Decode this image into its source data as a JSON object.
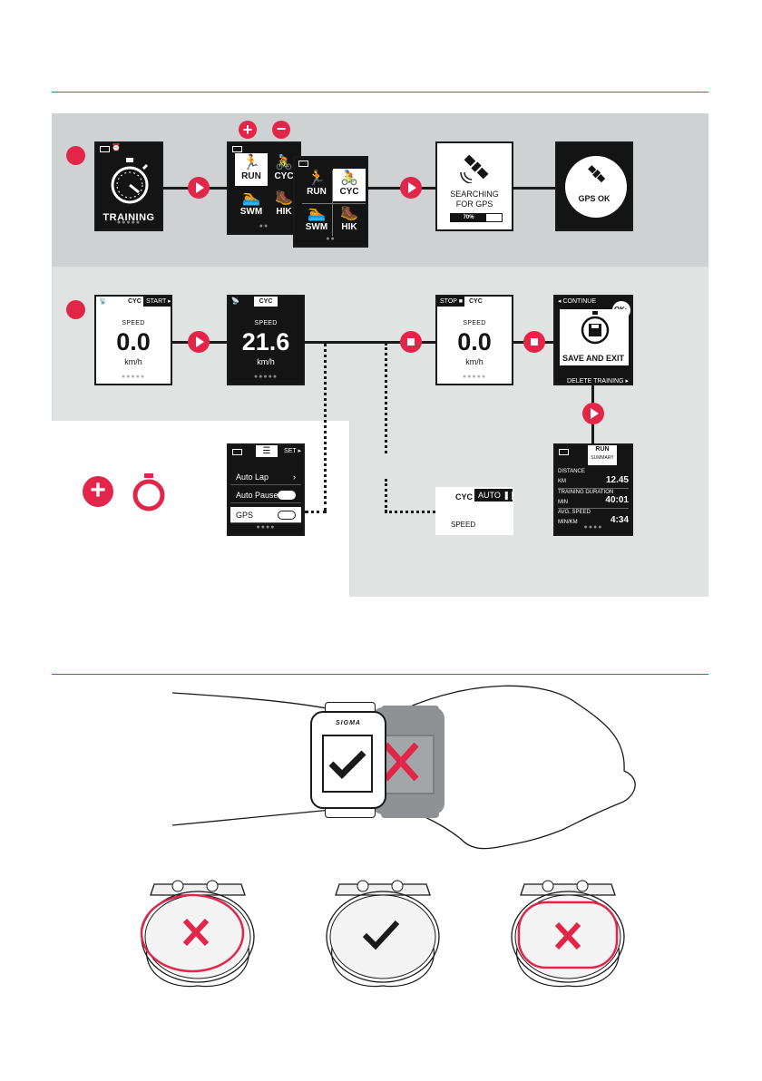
{
  "accent_color": "#e2264a",
  "steps": {
    "step1": "",
    "step2": ""
  },
  "screen_training": {
    "label": "TRAINING",
    "icons": [
      "battery-icon",
      "alarm-icon",
      "stopwatch-icon"
    ]
  },
  "sport_select": {
    "buttons": [
      "plus-icon",
      "minus-icon"
    ],
    "items": [
      {
        "label": "RUN",
        "icon": "run-icon"
      },
      {
        "label": "CYC",
        "icon": "bike-icon"
      },
      {
        "label": "SWM",
        "icon": "swim-icon"
      },
      {
        "label": "HIK",
        "icon": "hike-icon"
      }
    ]
  },
  "gps_search": {
    "line1": "SEARCHING",
    "line2": "FOR GPS",
    "progress_label": "70%",
    "progress": 0.7
  },
  "gps_ok": {
    "label": "GPS OK"
  },
  "ride_start": {
    "sport": "CYC",
    "action": "START",
    "label": "SPEED",
    "value": "0.0",
    "unit": "km/h"
  },
  "ride_active": {
    "sport": "CYC",
    "label": "SPEED",
    "value": "21.6",
    "unit": "km/h"
  },
  "ride_stop": {
    "action": "STOP",
    "sport": "CYC",
    "label": "SPEED",
    "value": "0.0",
    "unit": "km/h"
  },
  "save_exit": {
    "continue": "CONTINUE",
    "ok": "OK",
    "label": "SAVE AND EXIT",
    "delete": "DELETE TRAINING"
  },
  "settings": {
    "set": "SET",
    "items": [
      {
        "label": "Auto Lap"
      },
      {
        "label": "Auto Pause"
      },
      {
        "label": "GPS"
      }
    ]
  },
  "auto_pause": {
    "sport": "CYC",
    "mode": "AUTO",
    "label": "SPEED"
  },
  "summary": {
    "title": "RUN",
    "subtitle": "SUMMARY",
    "rows": [
      {
        "label": "DISTANCE",
        "unit": "KM",
        "value": "12.45"
      },
      {
        "label": "TRAINING DURATION",
        "unit": "MIN",
        "value": "40:01"
      },
      {
        "label": "AVG. SPEED",
        "unit": "MIN/KM",
        "value": "4:34"
      }
    ]
  },
  "wear": {
    "brand": "SIGMA"
  }
}
